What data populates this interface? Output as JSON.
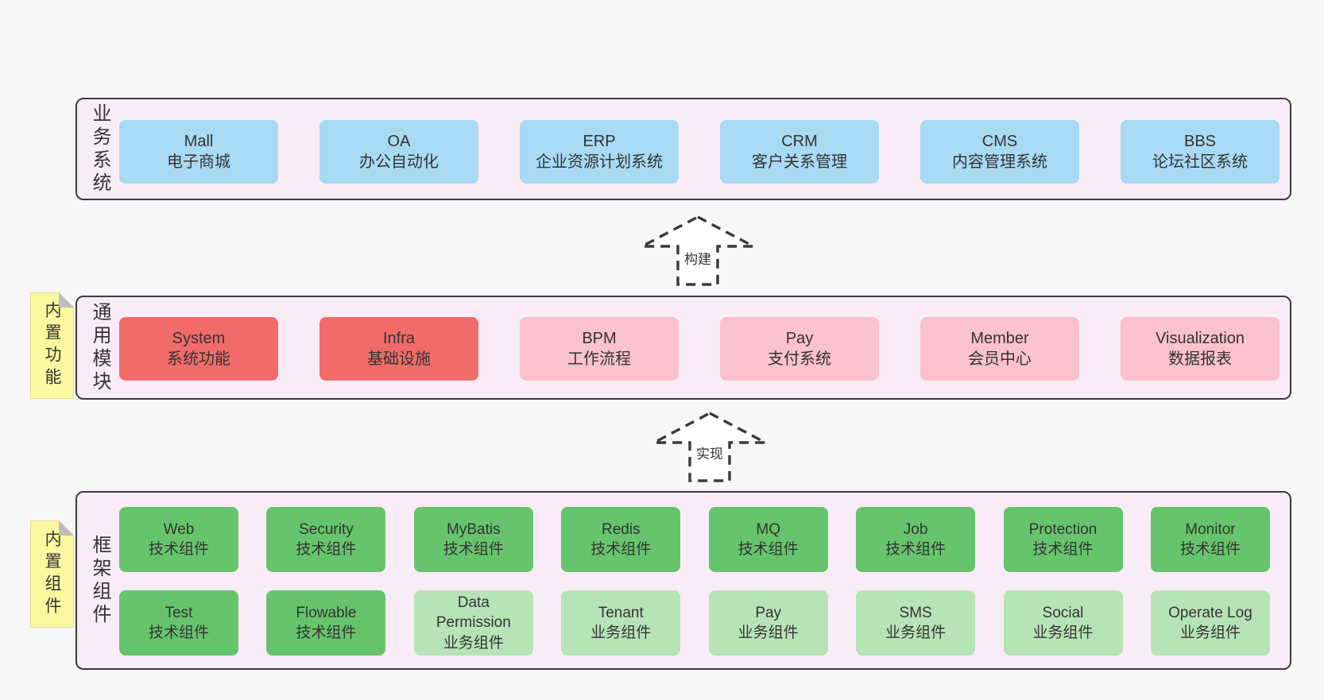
{
  "colors": {
    "page_bg": "#f7f7f7",
    "panel_bg": "#f8edf6",
    "panel_border": "#3c3c3c",
    "blue": "#a8daf4",
    "red": "#f16b6b",
    "pink": "#fac2cc",
    "green": "#66c56c",
    "green_light": "#b7e4b7",
    "sticky_yellow": "#fbf9a0",
    "sticky_fold": "#bdbdbd",
    "arrow": "#3a3a3a",
    "text": "#333333"
  },
  "arrows": [
    {
      "id": "build",
      "label": "构建"
    },
    {
      "id": "implement",
      "label": "实现"
    }
  ],
  "layers": [
    {
      "id": "business",
      "side_label": "业务系统",
      "sticky_label": null,
      "rows": [
        [
          {
            "name": "Mall",
            "desc": "电子商城",
            "variant": "blue"
          },
          {
            "name": "OA",
            "desc": "办公自动化",
            "variant": "blue"
          },
          {
            "name": "ERP",
            "desc": "企业资源计划系统",
            "variant": "blue"
          },
          {
            "name": "CRM",
            "desc": "客户关系管理",
            "variant": "blue"
          },
          {
            "name": "CMS",
            "desc": "内容管理系统",
            "variant": "blue"
          },
          {
            "name": "BBS",
            "desc": "论坛社区系统",
            "variant": "blue"
          }
        ]
      ]
    },
    {
      "id": "modules",
      "side_label": "通用模块",
      "sticky_label": "内置功能",
      "rows": [
        [
          {
            "name": "System",
            "desc": "系统功能",
            "variant": "red"
          },
          {
            "name": "Infra",
            "desc": "基础设施",
            "variant": "red"
          },
          {
            "name": "BPM",
            "desc": "工作流程",
            "variant": "pink"
          },
          {
            "name": "Pay",
            "desc": "支付系统",
            "variant": "pink"
          },
          {
            "name": "Member",
            "desc": "会员中心",
            "variant": "pink"
          },
          {
            "name": "Visualization",
            "desc": "数据报表",
            "variant": "pink"
          }
        ]
      ]
    },
    {
      "id": "components",
      "side_label": "框架组件",
      "sticky_label": "内置组件",
      "rows": [
        [
          {
            "name": "Web",
            "desc": "技术组件",
            "variant": "green"
          },
          {
            "name": "Security",
            "desc": "技术组件",
            "variant": "green"
          },
          {
            "name": "MyBatis",
            "desc": "技术组件",
            "variant": "green"
          },
          {
            "name": "Redis",
            "desc": "技术组件",
            "variant": "green"
          },
          {
            "name": "MQ",
            "desc": "技术组件",
            "variant": "green"
          },
          {
            "name": "Job",
            "desc": "技术组件",
            "variant": "green"
          },
          {
            "name": "Protection",
            "desc": "技术组件",
            "variant": "green"
          },
          {
            "name": "Monitor",
            "desc": "技术组件",
            "variant": "green"
          }
        ],
        [
          {
            "name": "Test",
            "desc": "技术组件",
            "variant": "green"
          },
          {
            "name": "Flowable",
            "desc": "技术组件",
            "variant": "green"
          },
          {
            "name": "Data Permission",
            "desc": "业务组件",
            "variant": "green-light"
          },
          {
            "name": "Tenant",
            "desc": "业务组件",
            "variant": "green-light"
          },
          {
            "name": "Pay",
            "desc": "业务组件",
            "variant": "green-light"
          },
          {
            "name": "SMS",
            "desc": "业务组件",
            "variant": "green-light"
          },
          {
            "name": "Social",
            "desc": "业务组件",
            "variant": "green-light"
          },
          {
            "name": "Operate Log",
            "desc": "业务组件",
            "variant": "green-light"
          }
        ]
      ]
    }
  ]
}
